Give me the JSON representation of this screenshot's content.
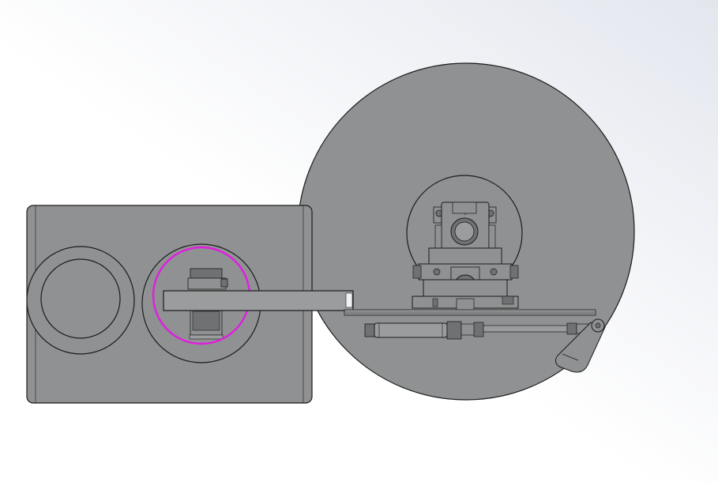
{
  "viewport": {
    "background_top": "#e3e6ee",
    "background_bottom": "#ffffff"
  },
  "colors": {
    "part_fill": "#8f9192",
    "part_fill_light": "#9a9c9d",
    "part_fill_dark": "#6f7173",
    "edge": "#1c1c1c",
    "highlight": "#e01ee0",
    "white_detail": "#f2f2f2"
  },
  "model": {
    "parts": [
      "base-plate",
      "roller-left",
      "roller-mount",
      "large-disc",
      "hub-disc",
      "clamp-assembly",
      "swing-arm",
      "guide-rail",
      "pneumatic-cylinder",
      "crank-lever"
    ],
    "selected_part": "roller-mount"
  }
}
